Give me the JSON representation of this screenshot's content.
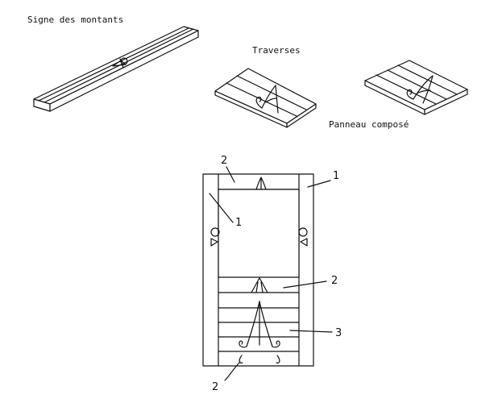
{
  "captions": {
    "montants": "Signe des montants",
    "traverses": "Traverses",
    "panneau": "Panneau composé"
  },
  "callouts": {
    "top_rail": "2",
    "right_stile": "1",
    "inner_stile": "1",
    "middle_rail": "2",
    "panel": "3",
    "bottom_rail": "2"
  }
}
